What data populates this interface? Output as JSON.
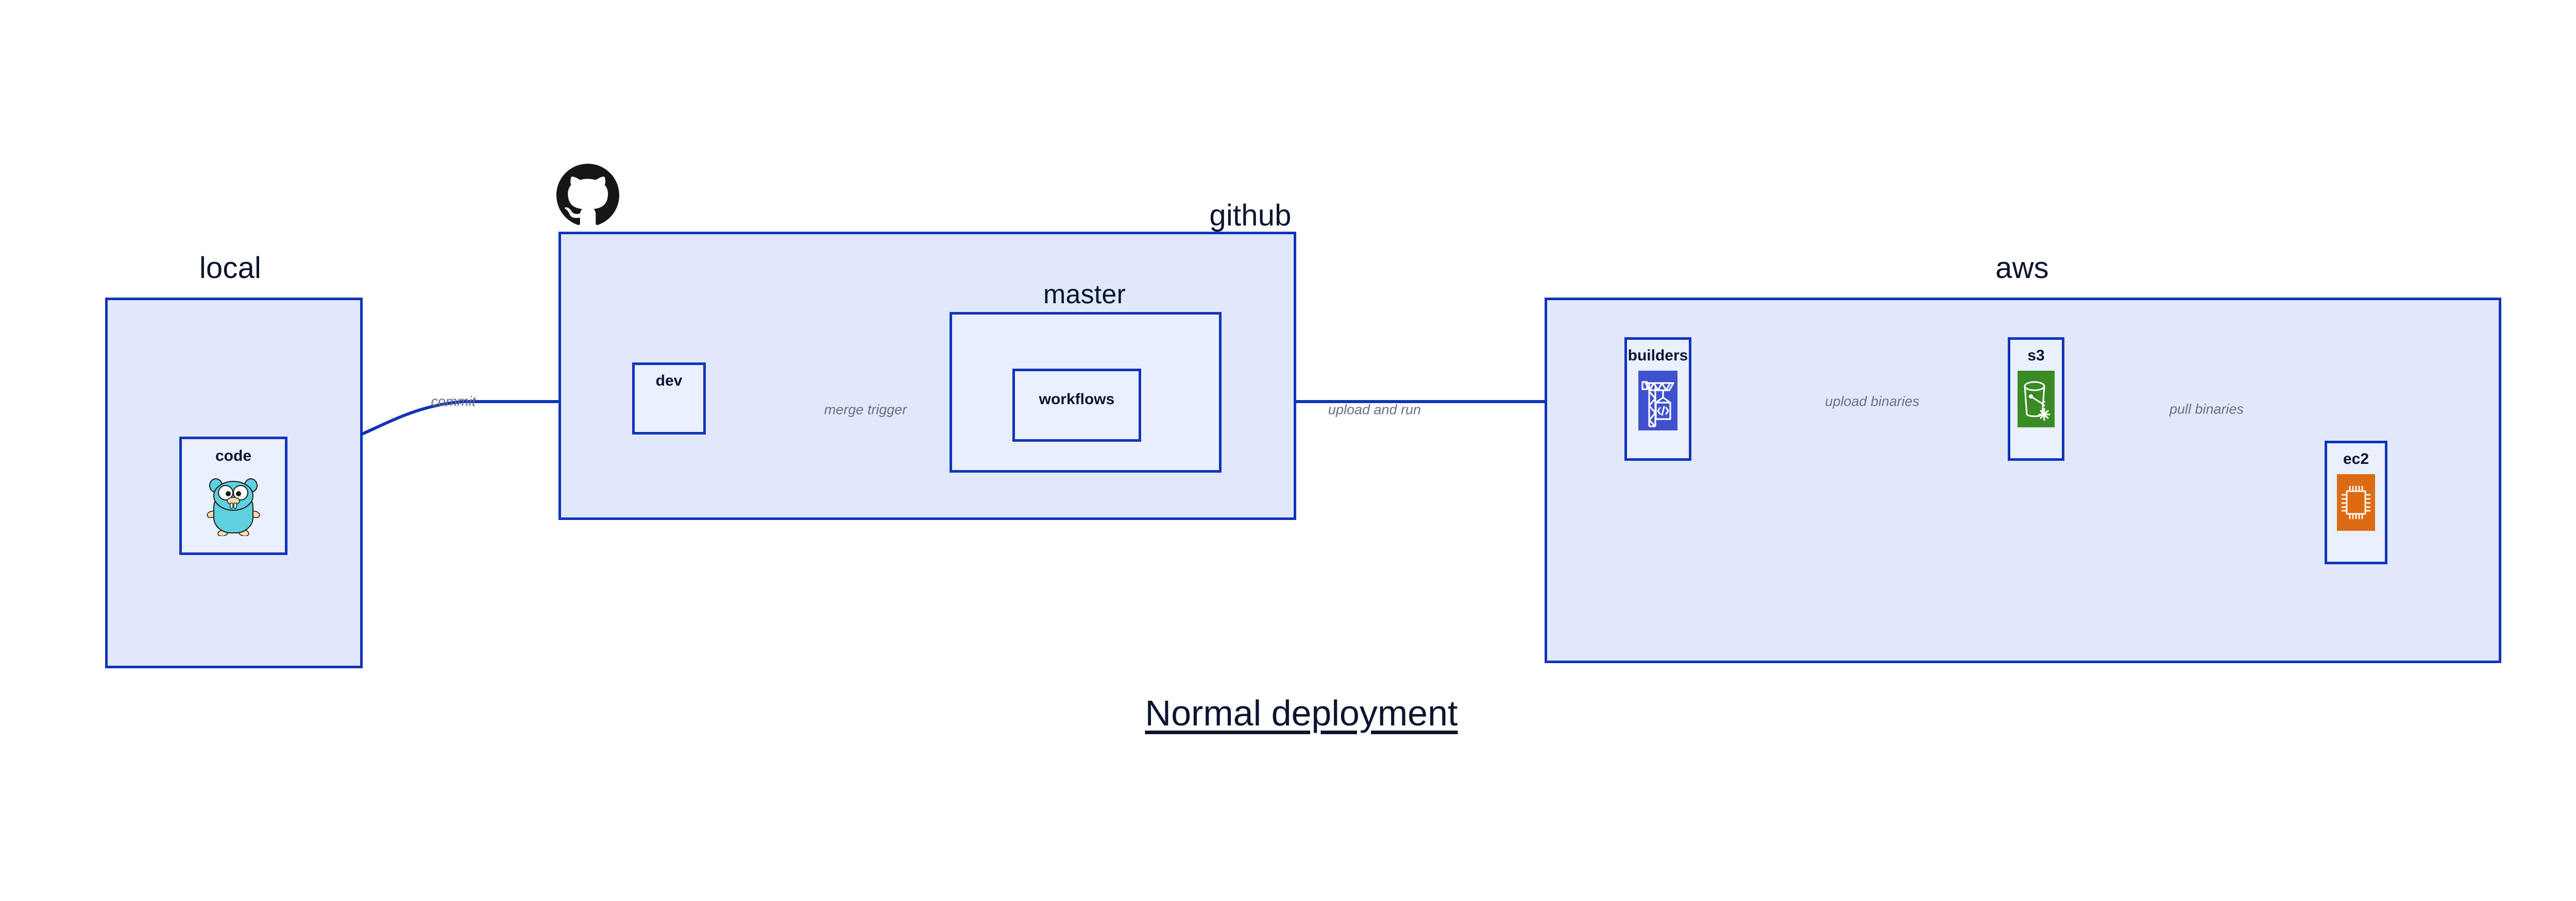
{
  "title": "Normal deployment",
  "colors": {
    "group_fill": "#e1e8fb",
    "subgroup_fill": "#e9effc",
    "node_fill": "#eaf0fd",
    "border": "#1134ba",
    "edge": "#1134ba",
    "edge_label": "#6b6f80",
    "text": "#0d1430",
    "builders_icon_bg": "#3f51cc",
    "s3_icon_bg": "#3a8a25",
    "ec2_icon_bg": "#dd6b13",
    "gopher_body": "#5fd0dd",
    "github_logo": "#161614"
  },
  "groups": [
    {
      "id": "local",
      "label": "local"
    },
    {
      "id": "github",
      "label": "github"
    },
    {
      "id": "aws",
      "label": "aws"
    }
  ],
  "subgroups": [
    {
      "id": "master",
      "label": "master",
      "parent": "github"
    }
  ],
  "nodes": [
    {
      "id": "code",
      "label": "code",
      "icon": "go-gopher-icon",
      "parent": "local"
    },
    {
      "id": "dev",
      "label": "dev",
      "icon": null,
      "parent": "github"
    },
    {
      "id": "workflows",
      "label": "workflows",
      "icon": null,
      "parent": "master"
    },
    {
      "id": "builders",
      "label": "builders",
      "icon": "crane-code-icon",
      "parent": "aws"
    },
    {
      "id": "s3",
      "label": "s3",
      "icon": "s3-bucket-icon",
      "parent": "aws"
    },
    {
      "id": "ec2",
      "label": "ec2",
      "icon": "ec2-chip-icon",
      "parent": "aws"
    }
  ],
  "edges": [
    {
      "id": "commit",
      "label": "commit",
      "from": "code",
      "to": "dev"
    },
    {
      "id": "merge-trigger",
      "label": "merge trigger",
      "from": "dev",
      "to": "workflows"
    },
    {
      "id": "upload-and-run",
      "label": "upload and run",
      "from": "workflows",
      "to": "builders"
    },
    {
      "id": "upload-binaries",
      "label": "upload binaries",
      "from": "builders",
      "to": "s3"
    },
    {
      "id": "pull-binaries",
      "label": "pull binaries",
      "from": "s3",
      "to": "ec2"
    }
  ],
  "logos": [
    {
      "id": "github-logo",
      "name": "github-octocat-logo"
    }
  ]
}
